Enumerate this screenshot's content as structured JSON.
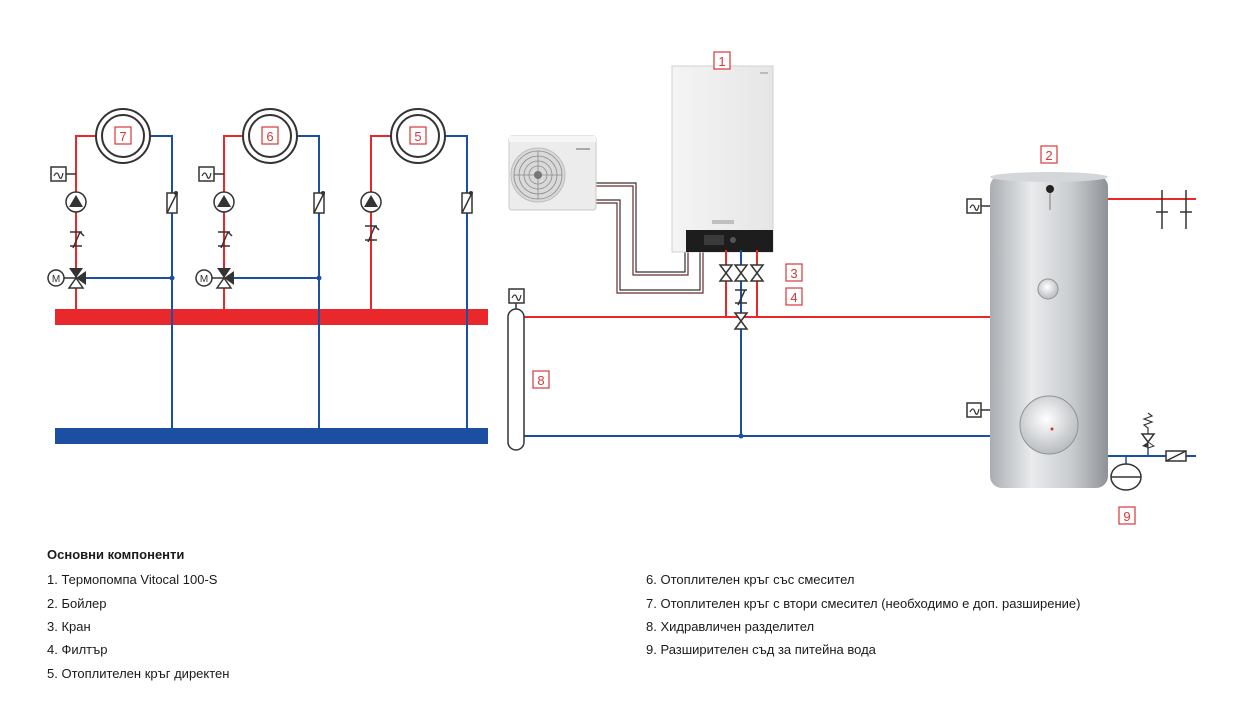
{
  "labels": {
    "n1": "1",
    "n2": "2",
    "n3": "3",
    "n4": "4",
    "n5": "5",
    "n6": "6",
    "n7": "7",
    "n8": "8",
    "n9": "9",
    "motor_left": "M",
    "motor_mid": "M"
  },
  "legend": {
    "title": "Основни компоненти",
    "items": [
      "1. Термопомпа Vitocal 100-S",
      "2. Бойлер",
      "3. Кран",
      "4. Филтър",
      "5. Отоплителен кръг директен",
      "6. Отоплителен кръг със смесител",
      "7. Отоплителен кръг с втори смесител (необходимо е доп. разширение)",
      "8. Хидравличен разделител",
      "9. Разширителен съд за питейна вода"
    ]
  },
  "colors": {
    "supply": "#e8282b",
    "return": "#1c4fa1",
    "label_frame": "#d8363a",
    "line_dark": "#222222"
  }
}
